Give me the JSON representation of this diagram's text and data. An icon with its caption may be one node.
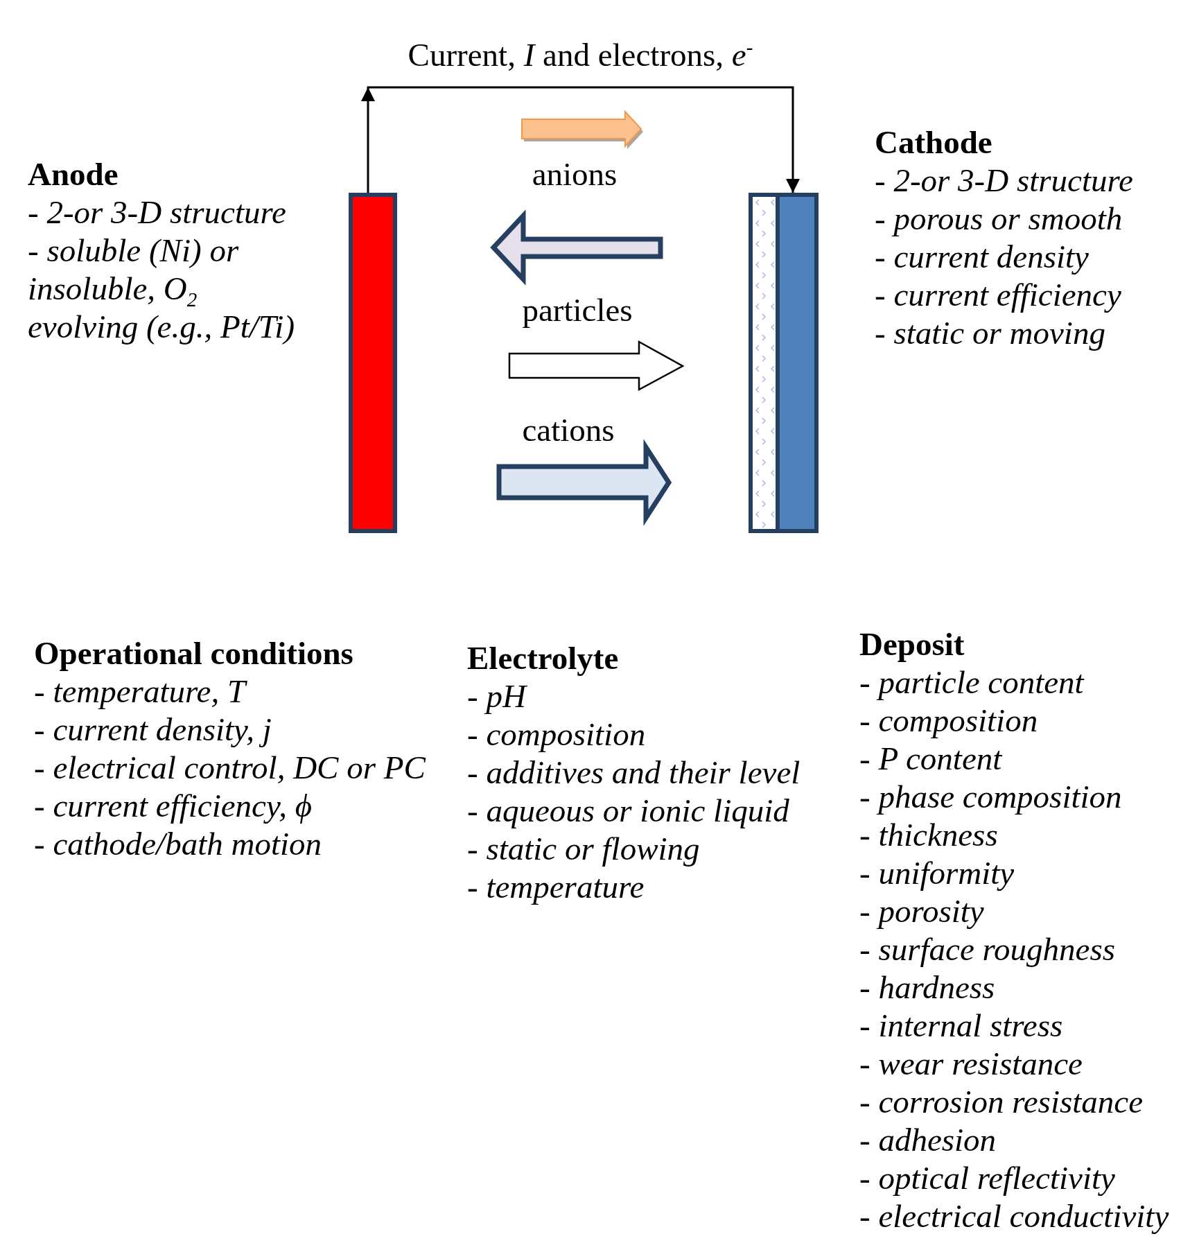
{
  "diagram": {
    "nodes": [
      {
        "text": [],
        "shape": "bar",
        "beside": [
          "Anode",
          "- 2-or 3-D structure",
          "- soluble (Ni) or insoluble, O$_{2}$ evolving (e.g., Pt/Ti)"
        ]
      },
      {
        "text": [],
        "shape": "bar",
        "beside": [
          "Cathode",
          "- 2-or 3-D structure",
          "- porous or smooth",
          "- current density",
          "- current efficiency",
          "- static or moving"
        ]
      }
    ],
    "edges": [
      {
        "from": 0,
        "to": 1,
        "arrow": "to",
        "label": "Current, *I* and electrons, *e*$^{-}$"
      }
    ],
    "labels": [
      "anions",
      "particles",
      "cations",
      "Operational conditions",
      "- temperature, T",
      "- current density, j",
      "- electrical control, DC or PC",
      "- current efficiency, ϕ",
      "- cathode/bath motion",
      "Electrolyte",
      "- pH",
      "- composition",
      "- additives and their level",
      "- aqueous or ionic liquid",
      "- static or flowing",
      "- temperature",
      "Deposit",
      "- particle content",
      "- composition",
      "- P content",
      "- phase composition",
      "- thickness",
      "- uniformity",
      "- porosity",
      "- surface roughness",
      "- hardness",
      "- internal stress",
      "- wear resistance",
      "- corrosion resistance",
      "- adhesion",
      "- optical reflectivity",
      "- electrical conductivity"
    ]
  }
}
